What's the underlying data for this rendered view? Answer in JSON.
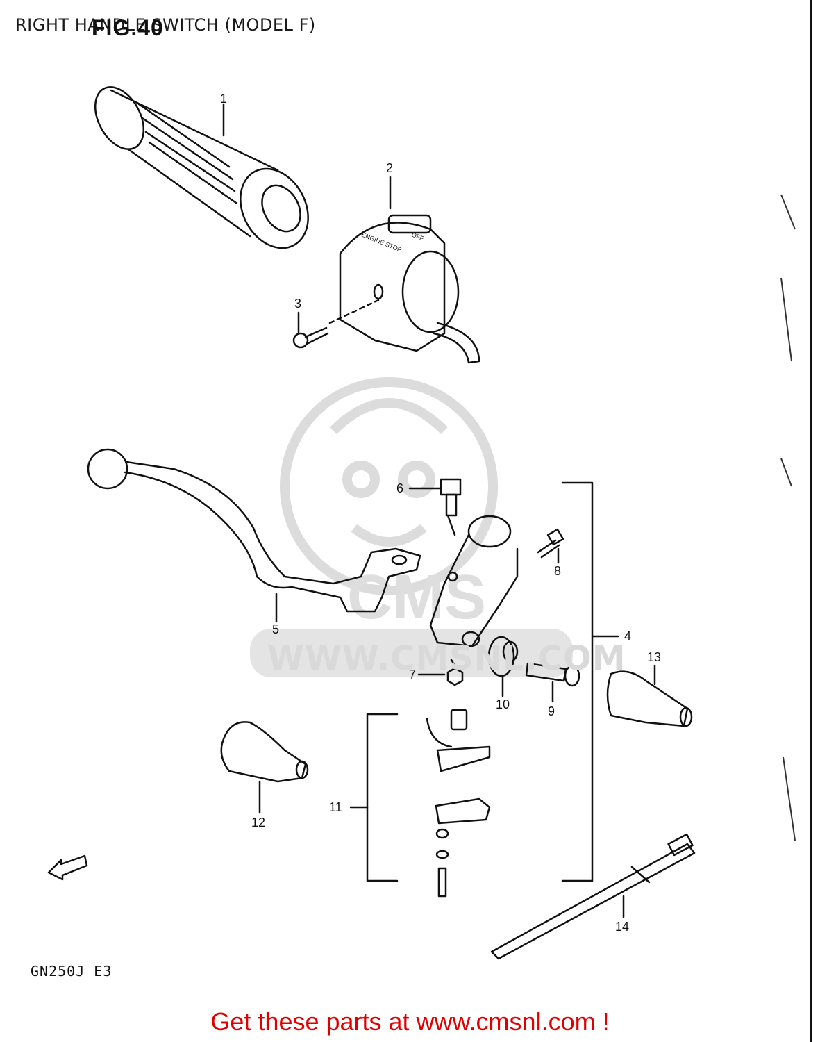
{
  "header": {
    "title": "RIGHT HANDLE SWITCH (MODEL F)",
    "fig_label": "FIG.40"
  },
  "diagram": {
    "callouts": [
      "1",
      "2",
      "3",
      "4",
      "5",
      "6",
      "7",
      "8",
      "9",
      "10",
      "11",
      "12",
      "13",
      "14"
    ],
    "fwd_label": "FWD",
    "switch_label": "ENGINE STOP",
    "switch_label_off": "OFF"
  },
  "watermark": {
    "text": "WWW.CMSNL.COM",
    "logo_text": "CMS"
  },
  "model_code": "GN250J E3",
  "footer": {
    "link_text": "Get these parts at www.cmsnl.com !"
  }
}
